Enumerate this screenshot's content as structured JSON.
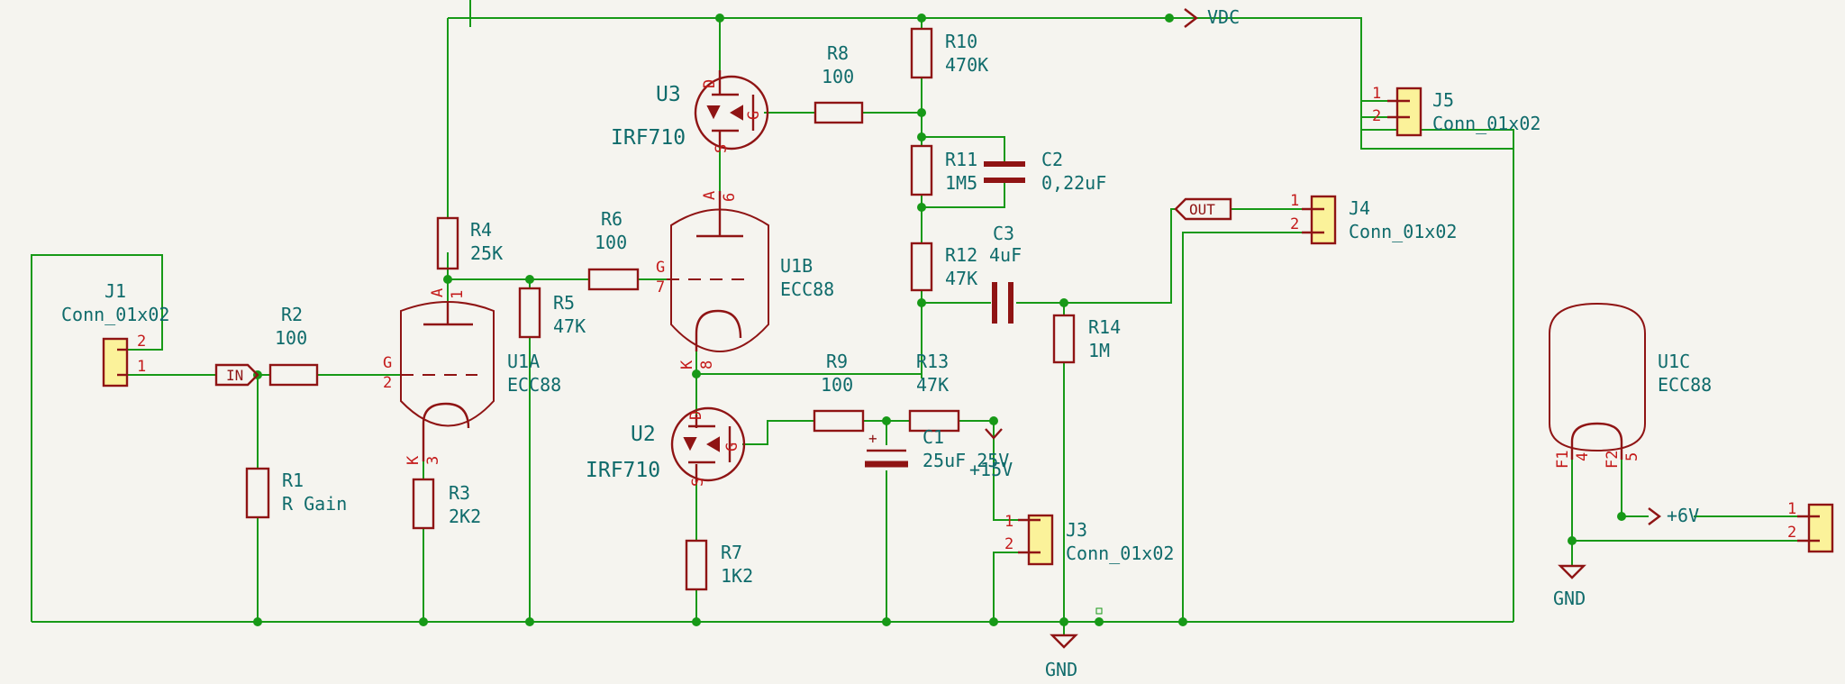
{
  "nets": {
    "vdc": "VDC",
    "in": "IN",
    "out": "OUT",
    "gnd": "GND",
    "p15": "+15V",
    "p6": "+6V"
  },
  "pins": {
    "one": "1",
    "two": "2",
    "three": "3",
    "four": "4",
    "five": "5",
    "six": "6",
    "seven": "7",
    "eight": "8",
    "A": "A",
    "G": "G",
    "K": "K",
    "D": "D",
    "S": "S",
    "F1": "F1",
    "F2": "F2"
  },
  "components": {
    "J1": {
      "ref": "J1",
      "value": "Conn_01x02"
    },
    "J3": {
      "ref": "J3",
      "value": "Conn_01x02"
    },
    "J4": {
      "ref": "J4",
      "value": "Conn_01x02"
    },
    "J5": {
      "ref": "J5",
      "value": "Conn_01x02"
    },
    "R1": {
      "ref": "R1",
      "value": "R Gain"
    },
    "R2": {
      "ref": "R2",
      "value": "100"
    },
    "R3": {
      "ref": "R3",
      "value": "2K2"
    },
    "R4": {
      "ref": "R4",
      "value": "25K"
    },
    "R5": {
      "ref": "R5",
      "value": "47K"
    },
    "R6": {
      "ref": "R6",
      "value": "100"
    },
    "R7": {
      "ref": "R7",
      "value": "1K2"
    },
    "R8": {
      "ref": "R8",
      "value": "100"
    },
    "R9": {
      "ref": "R9",
      "value": "100"
    },
    "R10": {
      "ref": "R10",
      "value": "470K"
    },
    "R11": {
      "ref": "R11",
      "value": "1M5"
    },
    "R12": {
      "ref": "R12",
      "value": "47K"
    },
    "R13": {
      "ref": "R13",
      "value": "47K"
    },
    "R14": {
      "ref": "R14",
      "value": "1M"
    },
    "C1": {
      "ref": "C1",
      "value": "25uF 25V"
    },
    "C2": {
      "ref": "C2",
      "value": "0,22uF"
    },
    "C3": {
      "ref": "C3",
      "value": "4uF"
    },
    "U1A": {
      "ref": "U1A",
      "value": "ECC88"
    },
    "U1B": {
      "ref": "U1B",
      "value": "ECC88"
    },
    "U1C": {
      "ref": "U1C",
      "value": "ECC88"
    },
    "U2": {
      "ref": "U2",
      "value": "IRF710"
    },
    "U3": {
      "ref": "U3",
      "value": "IRF710"
    }
  }
}
